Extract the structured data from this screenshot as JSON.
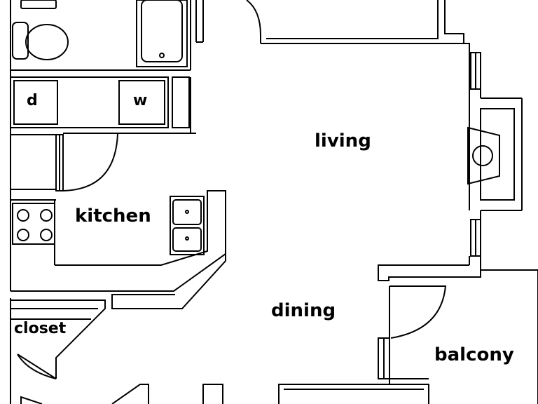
{
  "floorplan": {
    "rooms": {
      "living": "living",
      "kitchen": "kitchen",
      "dining": "dining",
      "closet": "closet",
      "balcony": "balcony"
    },
    "appliances": {
      "dryer": "d",
      "washer": "w"
    }
  }
}
